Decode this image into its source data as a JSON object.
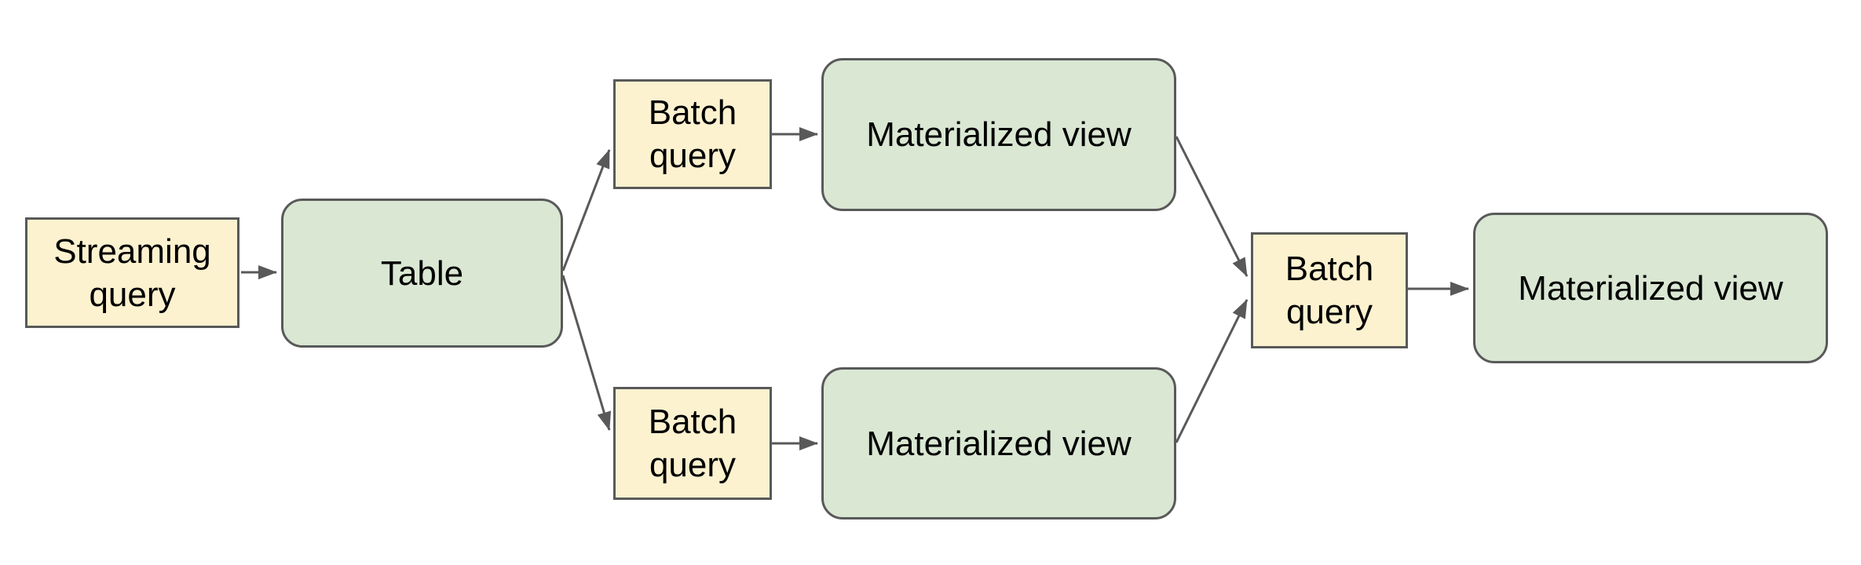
{
  "diagram": {
    "background": "#ffffff",
    "colors": {
      "query_box_fill": "#fcf2cf",
      "dataset_box_fill": "#d9e7d3",
      "box_border": "#595959",
      "arrow": "#595959",
      "text": "#000000"
    },
    "nodes": [
      {
        "id": "streaming-query",
        "kind": "query",
        "lines": [
          "Streaming",
          "query"
        ]
      },
      {
        "id": "table",
        "kind": "dataset",
        "lines": [
          "Table"
        ]
      },
      {
        "id": "batch-query-top",
        "kind": "query",
        "lines": [
          "Batch",
          "query"
        ]
      },
      {
        "id": "materialized-view-top",
        "kind": "dataset",
        "lines": [
          "Materialized view"
        ]
      },
      {
        "id": "batch-query-bottom",
        "kind": "query",
        "lines": [
          "Batch",
          "query"
        ]
      },
      {
        "id": "materialized-view-bottom",
        "kind": "dataset",
        "lines": [
          "Materialized view"
        ]
      },
      {
        "id": "batch-query-center",
        "kind": "query",
        "lines": [
          "Batch",
          "query"
        ]
      },
      {
        "id": "materialized-view-final",
        "kind": "dataset",
        "lines": [
          "Materialized view"
        ]
      }
    ],
    "edges": [
      {
        "from": "streaming-query",
        "to": "table"
      },
      {
        "from": "table",
        "to": "batch-query-top"
      },
      {
        "from": "table",
        "to": "batch-query-bottom"
      },
      {
        "from": "batch-query-top",
        "to": "materialized-view-top"
      },
      {
        "from": "batch-query-bottom",
        "to": "materialized-view-bottom"
      },
      {
        "from": "materialized-view-top",
        "to": "batch-query-center"
      },
      {
        "from": "materialized-view-bottom",
        "to": "batch-query-center"
      },
      {
        "from": "batch-query-center",
        "to": "materialized-view-final"
      }
    ]
  }
}
